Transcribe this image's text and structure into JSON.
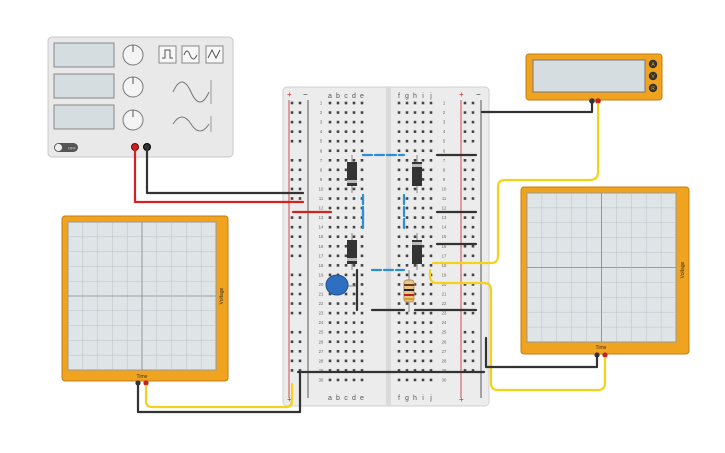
{
  "function_generator": {
    "waveforms": [
      "square-wave-icon",
      "sine-wave-icon",
      "triangle-wave-icon"
    ],
    "power_label": "OFF",
    "terminals": [
      "positive",
      "negative"
    ]
  },
  "multimeter": {
    "modes": [
      "A",
      "V",
      "R"
    ]
  },
  "oscilloscope_left": {
    "y_label": "Voltage",
    "x_label": "Time"
  },
  "oscilloscope_right": {
    "y_label": "Voltage",
    "x_label": "Time"
  },
  "breadboard": {
    "columns_left": [
      "a",
      "b",
      "c",
      "d",
      "e"
    ],
    "columns_right": [
      "f",
      "g",
      "h",
      "i",
      "j"
    ],
    "rows": 30,
    "rail_plus": "+",
    "rail_minus": "−"
  },
  "colors": {
    "scope_frame": "#f0a31f",
    "wire_red": "#d42020",
    "wire_black": "#333333",
    "wire_yellow": "#f5d21a",
    "wire_blue": "#2b8fd6",
    "capacitor": "#2f6fc2"
  }
}
